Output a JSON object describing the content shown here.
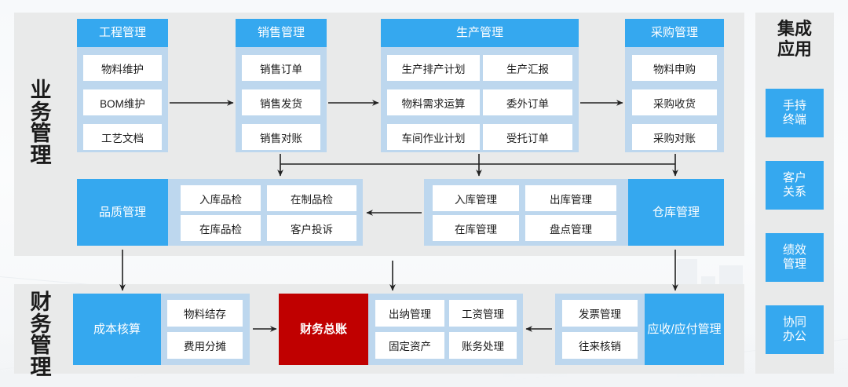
{
  "sections": {
    "business_label": [
      "业",
      "务",
      "管",
      "理"
    ],
    "finance_label": [
      "财",
      "务",
      "管",
      "理"
    ],
    "integration_title": [
      "集成",
      "应用"
    ]
  },
  "integration_apps": [
    {
      "name": "handheld-terminal",
      "lines": [
        "手持",
        "终端"
      ]
    },
    {
      "name": "customer-relationship",
      "lines": [
        "客户",
        "关系"
      ]
    },
    {
      "name": "performance-management",
      "lines": [
        "绩效",
        "管理"
      ]
    },
    {
      "name": "collaborative-office",
      "lines": [
        "协同",
        "办公"
      ]
    }
  ],
  "groups": {
    "engineering": {
      "head": "工程管理",
      "tiles": [
        "物料维护",
        "BOM维护",
        "工艺文档"
      ]
    },
    "sales": {
      "head": "销售管理",
      "tiles": [
        "销售订单",
        "销售发货",
        "销售对账"
      ]
    },
    "production": {
      "head": "生产管理",
      "tiles": [
        "生产排产计划",
        "生产汇报",
        "物料需求运算",
        "委外订单",
        "车间作业计划",
        "受托订单"
      ]
    },
    "purchasing": {
      "head": "采购管理",
      "tiles": [
        "物料申购",
        "采购收货",
        "采购对账"
      ]
    },
    "quality": {
      "head": "品质管理",
      "tiles": [
        "入库品检",
        "在制品检",
        "在库品检",
        "客户投诉"
      ]
    },
    "warehouse": {
      "head": "仓库管理",
      "tiles": [
        "入库管理",
        "出库管理",
        "在库管理",
        "盘点管理"
      ]
    },
    "cost": {
      "head": "成本核算",
      "tiles": [
        "物料结存",
        "费用分摊"
      ]
    },
    "ledger": {
      "head": "财务总账",
      "tiles": [
        "出纳管理",
        "工资管理",
        "固定资产",
        "账务处理"
      ]
    },
    "receivable": {
      "head": "应收/应付管理",
      "tiles": [
        "发票管理",
        "往来核销"
      ]
    }
  },
  "colors": {
    "accent_blue": "#35a8ef",
    "group_fill": "#bdd7ee",
    "panel_gray": "#e9eaea",
    "ledger_red": "#c00000",
    "tile_white": "#ffffff",
    "text_dark": "#1b1b1b"
  }
}
